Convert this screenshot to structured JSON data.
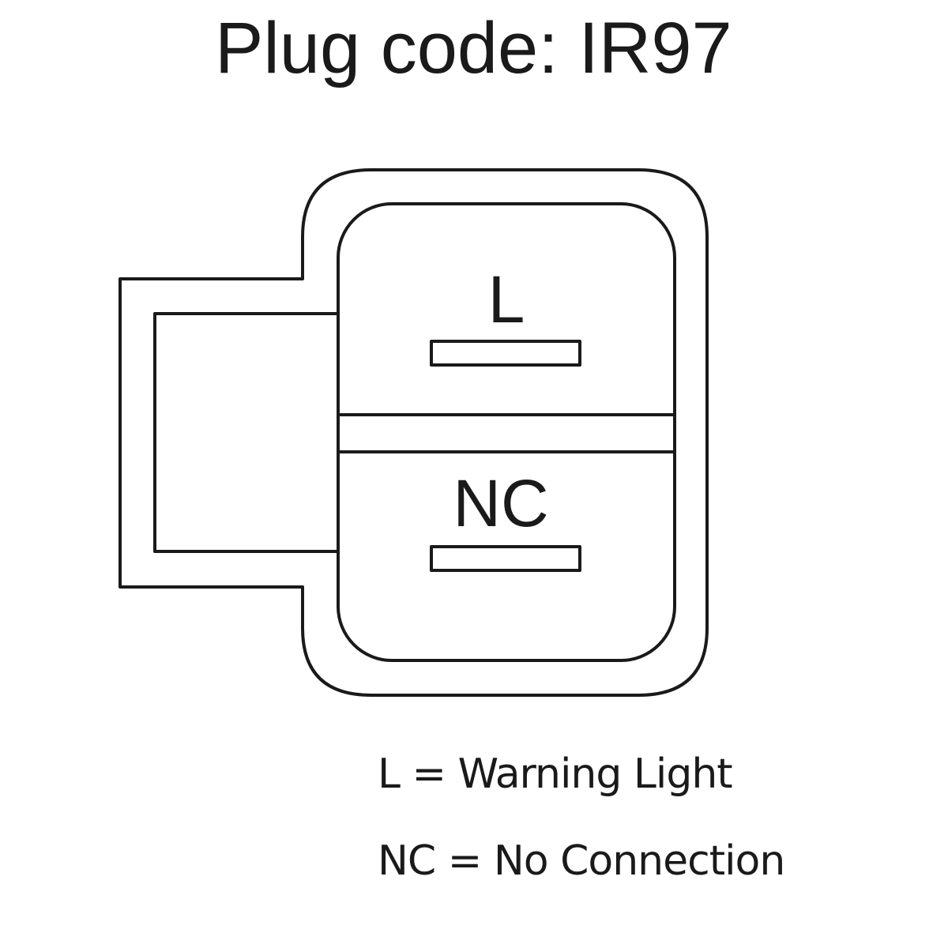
{
  "title": "Plug code: IR97",
  "pins": [
    {
      "label": "L"
    },
    {
      "label": "NC"
    }
  ],
  "legend": [
    "L = Warning Light",
    "NC = No Connection"
  ],
  "colors": {
    "stroke": "#1a1a1a",
    "background": "#ffffff"
  }
}
